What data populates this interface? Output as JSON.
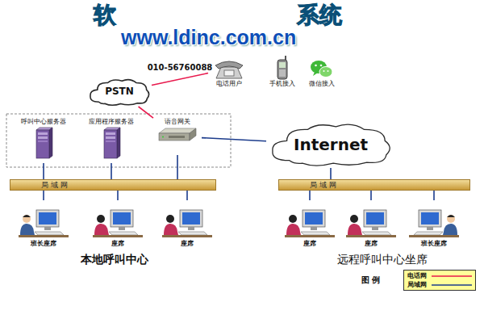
{
  "diagram": {
    "nodes": [
      {
        "text": [
          "电话用户"
        ]
      },
      {
        "text": [
          "手机接入"
        ]
      },
      {
        "text": [
          "微信接入"
        ]
      },
      {
        "text": [
          "PSTN"
        ]
      },
      {
        "text": [
          "呼叫中心服务器"
        ]
      },
      {
        "text": [
          "应用程序服务器"
        ]
      },
      {
        "text": [
          "语音网关"
        ]
      },
      {
        "text": [
          "Internet"
        ]
      },
      {
        "text": [
          "局 域 网"
        ]
      },
      {
        "text": [
          "局 域 网"
        ]
      },
      {
        "text": [
          "班长座席"
        ]
      },
      {
        "text": [
          "座席"
        ]
      },
      {
        "text": [
          "座席"
        ]
      },
      {
        "text": [
          "座席"
        ]
      },
      {
        "text": [
          "座席"
        ]
      },
      {
        "text": [
          "班长座席"
        ]
      }
    ],
    "edges": [
      {
        "from": 3,
        "to": 0,
        "arrow": "none",
        "label": "010-56760088"
      },
      {
        "from": 3,
        "to": 6,
        "arrow": "none"
      },
      {
        "from": 4,
        "to": 8,
        "arrow": "none"
      },
      {
        "from": 5,
        "to": 8,
        "arrow": "none"
      },
      {
        "from": 6,
        "to": 8,
        "arrow": "none"
      },
      {
        "from": 6,
        "to": 7,
        "arrow": "none"
      },
      {
        "from": 7,
        "to": 9,
        "arrow": "none"
      },
      {
        "from": 8,
        "to": 10,
        "arrow": "none"
      },
      {
        "from": 8,
        "to": 11,
        "arrow": "none"
      },
      {
        "from": 8,
        "to": 12,
        "arrow": "none"
      },
      {
        "from": 9,
        "to": 13,
        "arrow": "none"
      },
      {
        "from": 9,
        "to": 14,
        "arrow": "none"
      },
      {
        "from": 9,
        "to": 15,
        "arrow": "none"
      }
    ],
    "labels": [
      "软",
      "系统",
      "www.ldinc.com.cn",
      "本地呼叫中心",
      "远程呼叫中心坐席",
      "图 例"
    ],
    "legend": [
      {
        "text": "电话网"
      },
      {
        "text": "局域网"
      }
    ]
  }
}
